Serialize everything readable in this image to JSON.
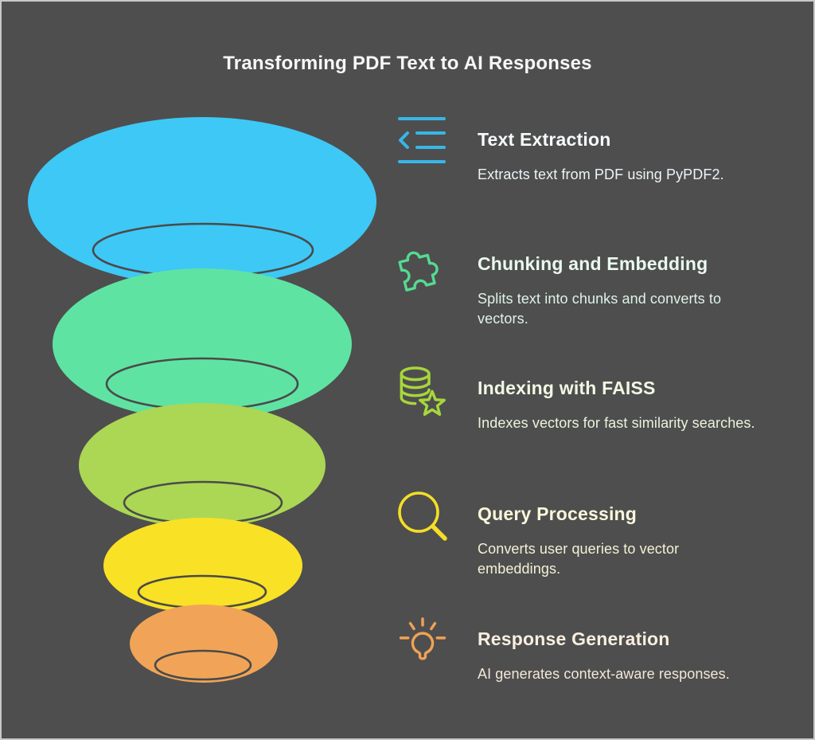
{
  "canvas": {
    "background": "#4E4E4E",
    "border_color": "#C8C8C8"
  },
  "title": {
    "text": "Transforming PDF Text to AI Responses",
    "color": "#F7F7F7"
  },
  "funnel": {
    "rim_outline_color": "#4A4A4A",
    "levels": [
      {
        "color": "#3EC8F5"
      },
      {
        "color": "#5FE3A3"
      },
      {
        "color": "#ABD755"
      },
      {
        "color": "#F9E125"
      },
      {
        "color": "#F1A458"
      }
    ]
  },
  "steps": [
    {
      "title": "Text Extraction",
      "description": "Extracts text from PDF using PyPDF2.",
      "icon": "text-lines-outdent-icon",
      "icon_color": "#38B6E8",
      "title_color": "#F6FAFC",
      "description_color": "#EDF4F8"
    },
    {
      "title": "Chunking and Embedding",
      "description": "Splits text into chunks and converts to vectors.",
      "icon": "puzzle-piece-icon",
      "icon_color": "#55DB91",
      "title_color": "#EAF9F0",
      "description_color": "#DFF3E8"
    },
    {
      "title": "Indexing with FAISS",
      "description": "Indexes vectors for fast similarity searches.",
      "icon": "database-star-icon",
      "icon_color": "#A7D63B",
      "title_color": "#F1F8E4",
      "description_color": "#EBF4DC"
    },
    {
      "title": "Query Processing",
      "description": "Converts user queries to vector embeddings.",
      "icon": "magnifier-icon",
      "icon_color": "#F4DE26",
      "title_color": "#FAF7DB",
      "description_color": "#F5F1D7"
    },
    {
      "title": "Response Generation",
      "description": "AI generates context-aware responses.",
      "icon": "lightbulb-rays-icon",
      "icon_color": "#F0A255",
      "title_color": "#F9EEE0",
      "description_color": "#F4E7D9"
    }
  ]
}
